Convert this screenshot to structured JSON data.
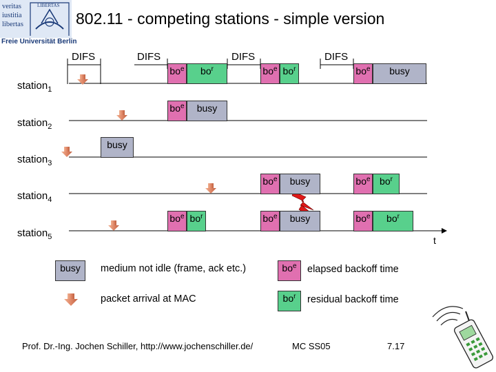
{
  "logo": {
    "motto": [
      "veritas",
      "iustitia",
      "libertas"
    ],
    "seal_text": "LIBERTAS",
    "university": "Freie Universität Berlin"
  },
  "title": "802.11 - competing stations - simple version",
  "difs_label": "DIFS",
  "stations": [
    {
      "name": "station",
      "index": "1"
    },
    {
      "name": "station",
      "index": "2"
    },
    {
      "name": "station",
      "index": "3"
    },
    {
      "name": "station",
      "index": "4"
    },
    {
      "name": "station",
      "index": "5"
    }
  ],
  "time_label": "t",
  "busy_label": "busy",
  "bo": {
    "prefix": "bo",
    "elapsed_sub": "e",
    "residual_sub": "r"
  },
  "legend": {
    "busy_desc": "medium not idle (frame, ack etc.)",
    "arrival_desc": "packet arrival at MAC",
    "elapsed_desc": "elapsed backoff time",
    "residual_desc": "residual backoff time"
  },
  "footer": {
    "author": "Prof. Dr.-Ing. Jochen Schiller, http://www.jochenschiller.de/",
    "course": "MC SS05",
    "page": "7.17"
  },
  "colors": {
    "busy": "#b0b4c8",
    "elapsed": "#e070b0",
    "residual": "#58d08c",
    "arrow": "#e08868",
    "collision": "#e01818"
  }
}
